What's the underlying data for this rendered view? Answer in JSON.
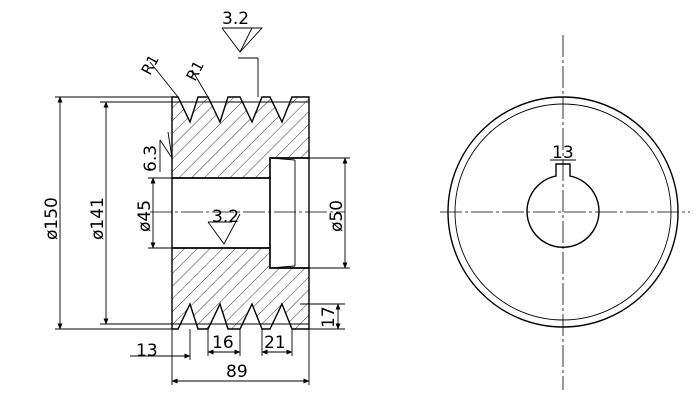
{
  "surface_finish": {
    "top": "3.2",
    "bore": "3.2",
    "left": "6.3"
  },
  "radii": {
    "r1_a": "R1",
    "r1_b": "R1"
  },
  "dimensions": {
    "outer_diameter": "ø150",
    "pitch_diameter": "ø141",
    "bore_diameter": "ø45",
    "counterbore_diameter": "ø50",
    "width": "89",
    "edge_offset": "13",
    "groove_pitch": "16",
    "groove_width": "21",
    "groove_depth": "17",
    "keyway_width": "13"
  },
  "colors": {
    "line": "#000000",
    "background": "#ffffff"
  }
}
